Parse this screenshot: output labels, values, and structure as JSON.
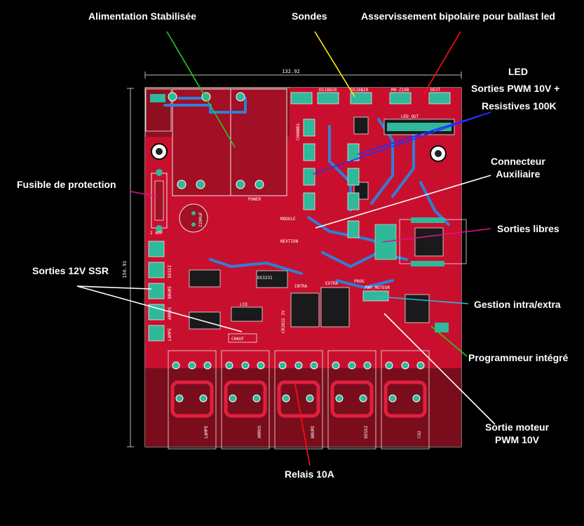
{
  "annotations": {
    "alimentation": "Alimentation Stabilisée",
    "sondes": "Sondes",
    "asservissement": "Asservissement bipolaire pour ballast led",
    "led": "LED",
    "sorties_pwm": "Sorties PWM 10V +",
    "resistives": "Resistives 100K",
    "connecteur_line1": "Connecteur",
    "connecteur_line2": "Auxiliaire",
    "fusible": "Fusible de protection",
    "sorties_libres": "Sorties libres",
    "sorties_ssr": "Sorties 12V SSR",
    "gestion": "Gestion intra/extra",
    "programmeur": "Programmeur intégré",
    "moteur_line1": "Sortie moteur",
    "moteur_line2": "PWM 10V",
    "relais": "Relais 10A"
  },
  "board": {
    "dim_width": "132.92",
    "dim_height": "156.91",
    "labels": {
      "ds18b20": "DS18B20",
      "ds2": "DS18B20",
      "mh": "MH-Z19B",
      "led_out": "LED_OUT",
      "dest": "DEST",
      "fuse": "2 AMP",
      "power": "POWER",
      "module": "MODULE",
      "nextion": "NEXTION",
      "intra": "INTRA",
      "extra": "EXTRA",
      "pwm_moteur": "PWM_MOTEUR",
      "prog": "PROG",
      "ds3231": "DS3231",
      "cr2032": "CR2032 3V",
      "chauf": "CHAUF",
      "ssr1": "DESSI",
      "ssr2": "BRUMI",
      "ssr3": "ARROS",
      "ssr4": "LAMPE",
      "lcd": "LCD",
      "relay1": "LAMPE",
      "relay2": "ARROS",
      "relay3": "BRUMI",
      "relay4": "DESSI",
      "relay5": "CO2",
      "cap": "2200uF",
      "channel": "CHANNEL"
    }
  },
  "colors": {
    "board": "#c8102e",
    "board_dark": "#8e0f1f",
    "trace_blue": "#2f7fd8",
    "copper_green": "#2fb89a",
    "outline": "#e8e8e8",
    "line_green": "#22cc22",
    "line_yellow": "#ffee00",
    "line_red": "#ff1010",
    "line_blue": "#2030ff",
    "line_white": "#ffffff",
    "line_magenta": "#e0108a",
    "line_cyan": "#20c0e0"
  }
}
